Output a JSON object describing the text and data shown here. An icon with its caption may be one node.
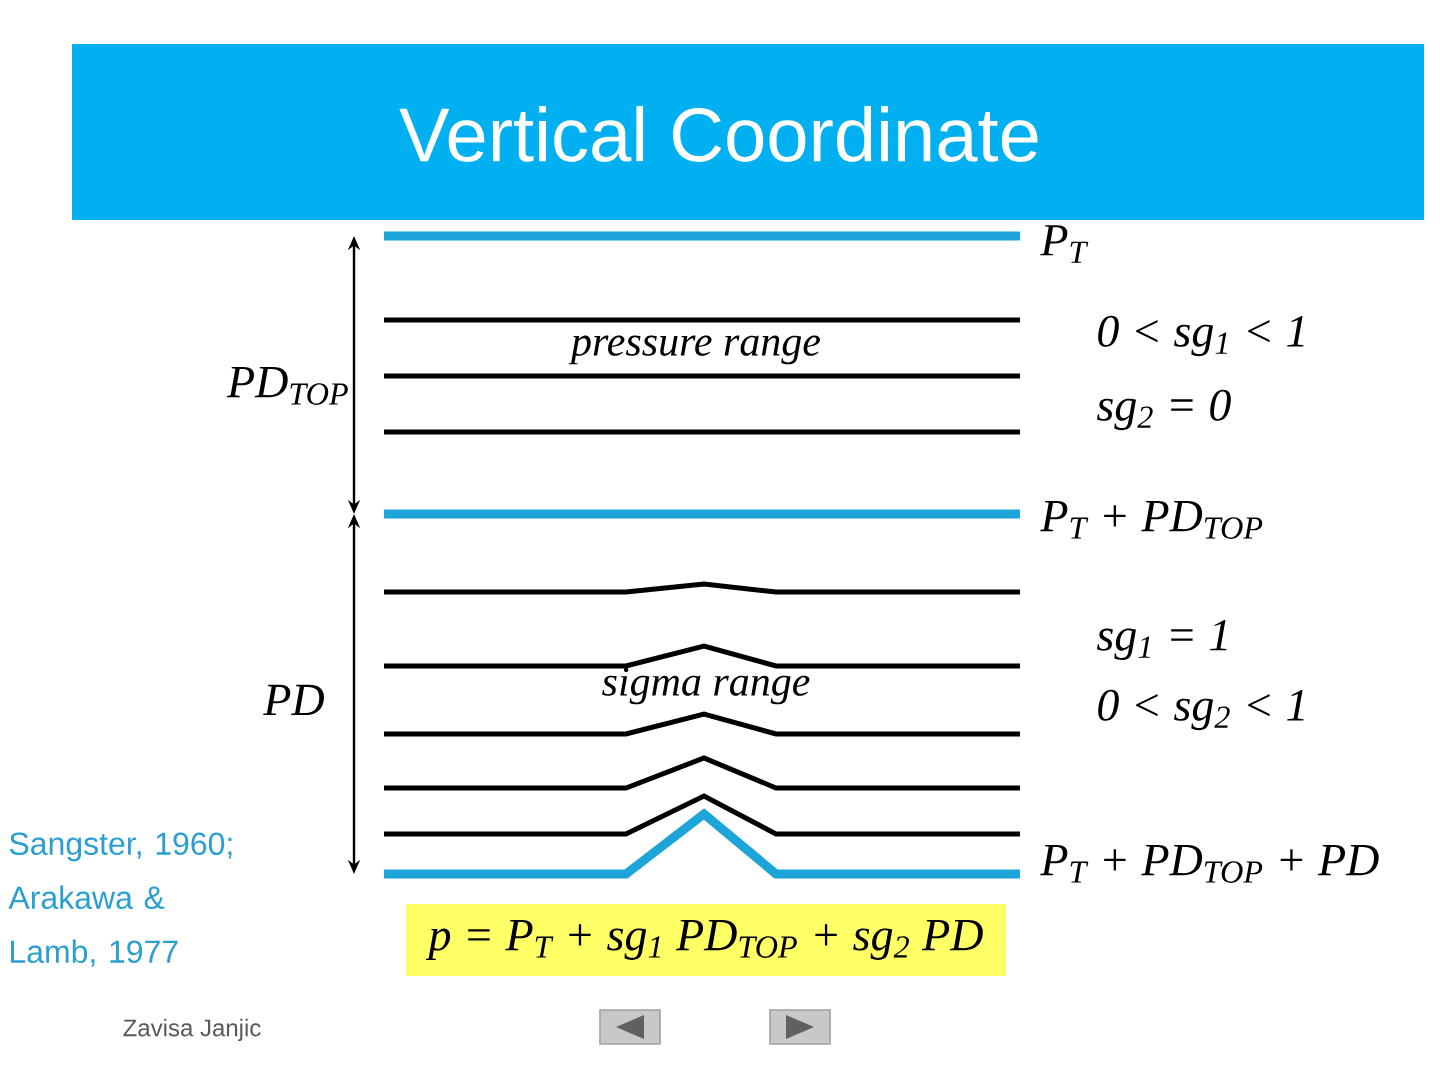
{
  "diagram": {
    "title": "Vertical Coordinate",
    "nodes": [
      {
        "text": [
          "p = P$_{T}$ + sg$_{1}$ PD$_{TOP}$ + sg$_{2}$ PD"
        ]
      }
    ],
    "labels": [
      "P$_{T}$",
      "PD$_{TOP}$",
      "pressure range",
      "0 < sg$_{1}$ < 1",
      "sg$_{2}$ = 0",
      "P$_{T}$ + PD$_{TOP}$",
      "sg$_{1}$ = 1",
      "PD",
      "sigma range",
      "0 < sg$_{2}$ < 1",
      "P$_{T}$ + PD$_{TOP}$ + PD",
      "Sangster, 1960; Arakawa & Lamb, 1977",
      "Zavisa Janjic"
    ]
  }
}
